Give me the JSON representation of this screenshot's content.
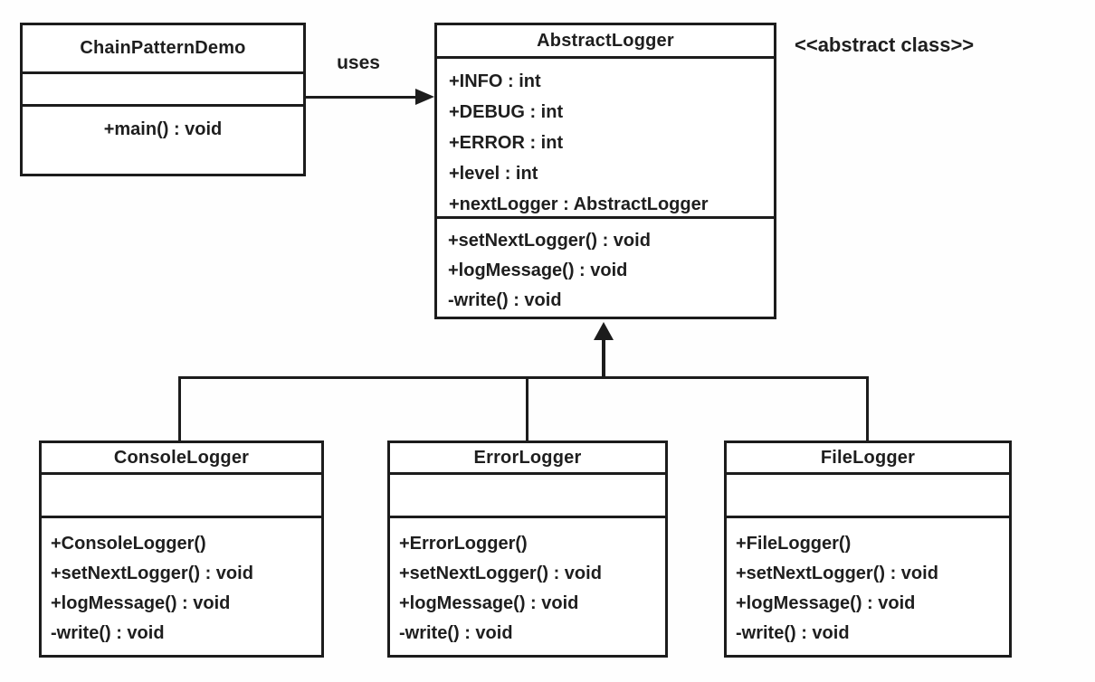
{
  "colors": {
    "line": "#1c1c1c",
    "background": "#ffffff",
    "text": "#1e1e1e"
  },
  "labels": {
    "uses": "uses",
    "abstract_stereotype": "<<abstract class>>"
  },
  "classes": [
    {
      "name": "ChainPatternDemo",
      "attributes": [],
      "methods": [
        "+main() : void"
      ]
    },
    {
      "name": "AbstractLogger",
      "stereotype": "<<abstract class>>",
      "attributes": [
        "+INFO : int",
        "+DEBUG : int",
        "+ERROR : int",
        "+level : int",
        "+nextLogger : AbstractLogger"
      ],
      "methods": [
        "+setNextLogger() : void",
        "+logMessage() : void",
        "-write() : void"
      ]
    },
    {
      "name": "ConsoleLogger",
      "attributes": [],
      "methods": [
        "+ConsoleLogger()",
        "+setNextLogger() : void",
        "+logMessage() : void",
        "-write() : void"
      ]
    },
    {
      "name": "ErrorLogger",
      "attributes": [],
      "methods": [
        "+ErrorLogger()",
        "+setNextLogger() : void",
        "+logMessage() : void",
        "-write() : void"
      ]
    },
    {
      "name": "FileLogger",
      "attributes": [],
      "methods": [
        "+FileLogger()",
        "+setNextLogger() : void",
        "+logMessage() : void",
        "-write() : void"
      ]
    }
  ],
  "relationships": [
    {
      "type": "uses",
      "from": "ChainPatternDemo",
      "to": "AbstractLogger",
      "label": "uses"
    },
    {
      "type": "inheritance",
      "from": "ConsoleLogger",
      "to": "AbstractLogger"
    },
    {
      "type": "inheritance",
      "from": "ErrorLogger",
      "to": "AbstractLogger"
    },
    {
      "type": "inheritance",
      "from": "FileLogger",
      "to": "AbstractLogger"
    }
  ]
}
